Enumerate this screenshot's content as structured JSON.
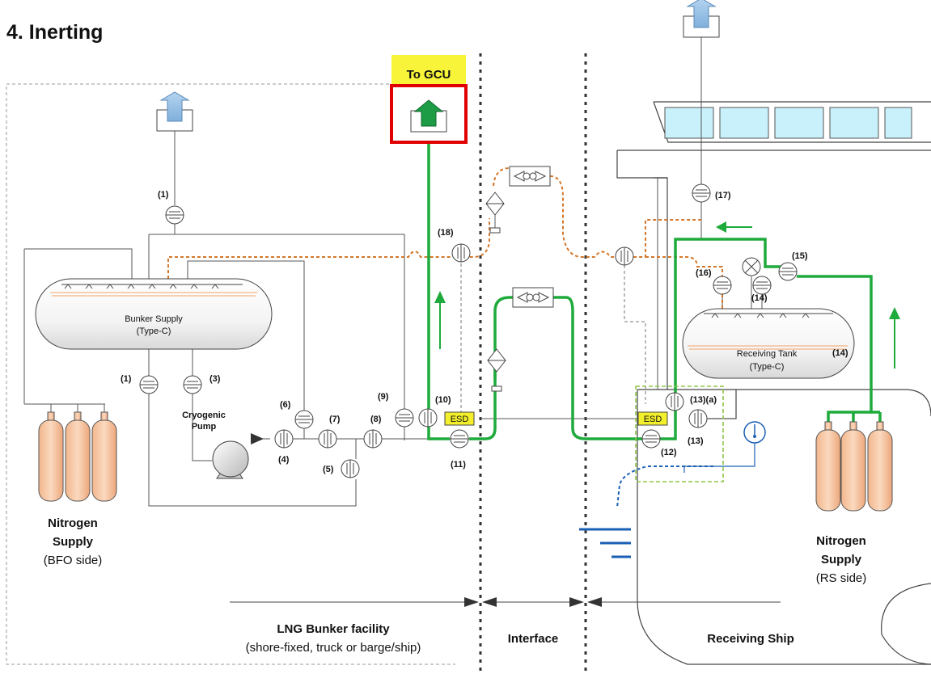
{
  "title": "4. Inerting",
  "to_gcu": "To GCU",
  "tanks": {
    "bunker_supply": [
      "Bunker Supply",
      "(Type-C)"
    ],
    "receiving_tank": [
      "Receiving Tank",
      "(Type-C)"
    ]
  },
  "pump": [
    "Cryogenic",
    "Pump"
  ],
  "esd": "ESD",
  "valves": {
    "v1_top": "(1)",
    "v1_low": "(1)",
    "v3": "(3)",
    "v4": "(4)",
    "v5": "(5)",
    "v6": "(6)",
    "v7": "(7)",
    "v8": "(8)",
    "v9": "(9)",
    "v10": "(10)",
    "v11": "(11)",
    "v12": "(12)",
    "v13": "(13)",
    "v13a": "(13)(a)",
    "v14": "(14)",
    "v14b": "(14)",
    "v15": "(15)",
    "v16": "(16)",
    "v17": "(17)",
    "v18": "(18)"
  },
  "nitrogen_bfo": [
    "Nitrogen",
    "Supply",
    "(BFO side)"
  ],
  "nitrogen_rs": [
    "Nitrogen",
    "Supply",
    "(RS side)"
  ],
  "zones": {
    "bunker": [
      "LNG Bunker facility",
      "(shore-fixed, truck or barge/ship)"
    ],
    "interface": "Interface",
    "receiving": "Receiving Ship"
  },
  "colors": {
    "green_line": "#1faa3c",
    "orange_dash": "#d4772a",
    "red_box": "#e00000",
    "esd_yellow": "#f3ef2a",
    "gcu_yellow": "#f7f43a",
    "cylinder": "#f7c9a5",
    "window_blue": "#c9f1fb",
    "blue_line": "#1a5fb4"
  }
}
